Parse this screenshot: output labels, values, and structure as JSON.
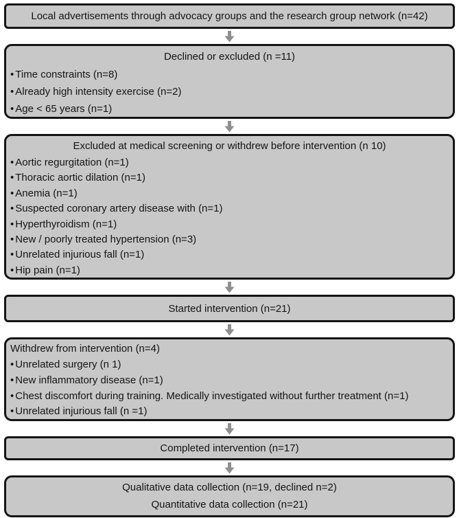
{
  "figure": {
    "type": "participant-flow-diagram"
  },
  "colors": {
    "box_fill": "#c8c8c8",
    "box_border": "#141414",
    "arrow": "#8f8f8f",
    "text": "#141414",
    "background": "#ffffff"
  },
  "bullet_char": "•",
  "boxes": [
    {
      "title": "Local advertisements through advocacy groups and the research group network (n=42)",
      "align": "center",
      "bullets": []
    },
    {
      "title": "Declined or excluded (n =11)",
      "align": "center",
      "bullets": [
        "Time constraints (n=8)",
        "Already high intensity exercise (n=2)",
        "Age < 65 years (n=1)"
      ]
    },
    {
      "title": "Excluded at medical screening or withdrew before intervention (n 10)",
      "align": "center",
      "bullets": [
        "Aortic regurgitation (n=1)",
        "Thoracic aortic dilation (n=1)",
        "Anemia (n=1)",
        "Suspected coronary artery disease with (n=1)",
        "Hyperthyroidism (n=1)",
        "New / poorly treated hypertension (n=3)",
        "Unrelated injurious fall (n=1)",
        "Hip pain (n=1)"
      ]
    },
    {
      "title": "Started intervention (n=21)",
      "align": "center",
      "bullets": []
    },
    {
      "title": "Withdrew from intervention (n=4)",
      "align": "left",
      "bullets": [
        "Unrelated surgery (n 1)",
        "New inflammatory disease (n=1)",
        "Chest discomfort during training. Medically investigated without further treatment (n=1)",
        "Unrelated injurious fall (n =1)"
      ]
    },
    {
      "title": "Completed intervention (n=17)",
      "align": "center",
      "bullets": []
    },
    {
      "title": "Qualitative data collection (n=19, declined n=2)",
      "subtitle": "Quantitative data collection (n=21)",
      "align": "center",
      "bullets": []
    }
  ]
}
